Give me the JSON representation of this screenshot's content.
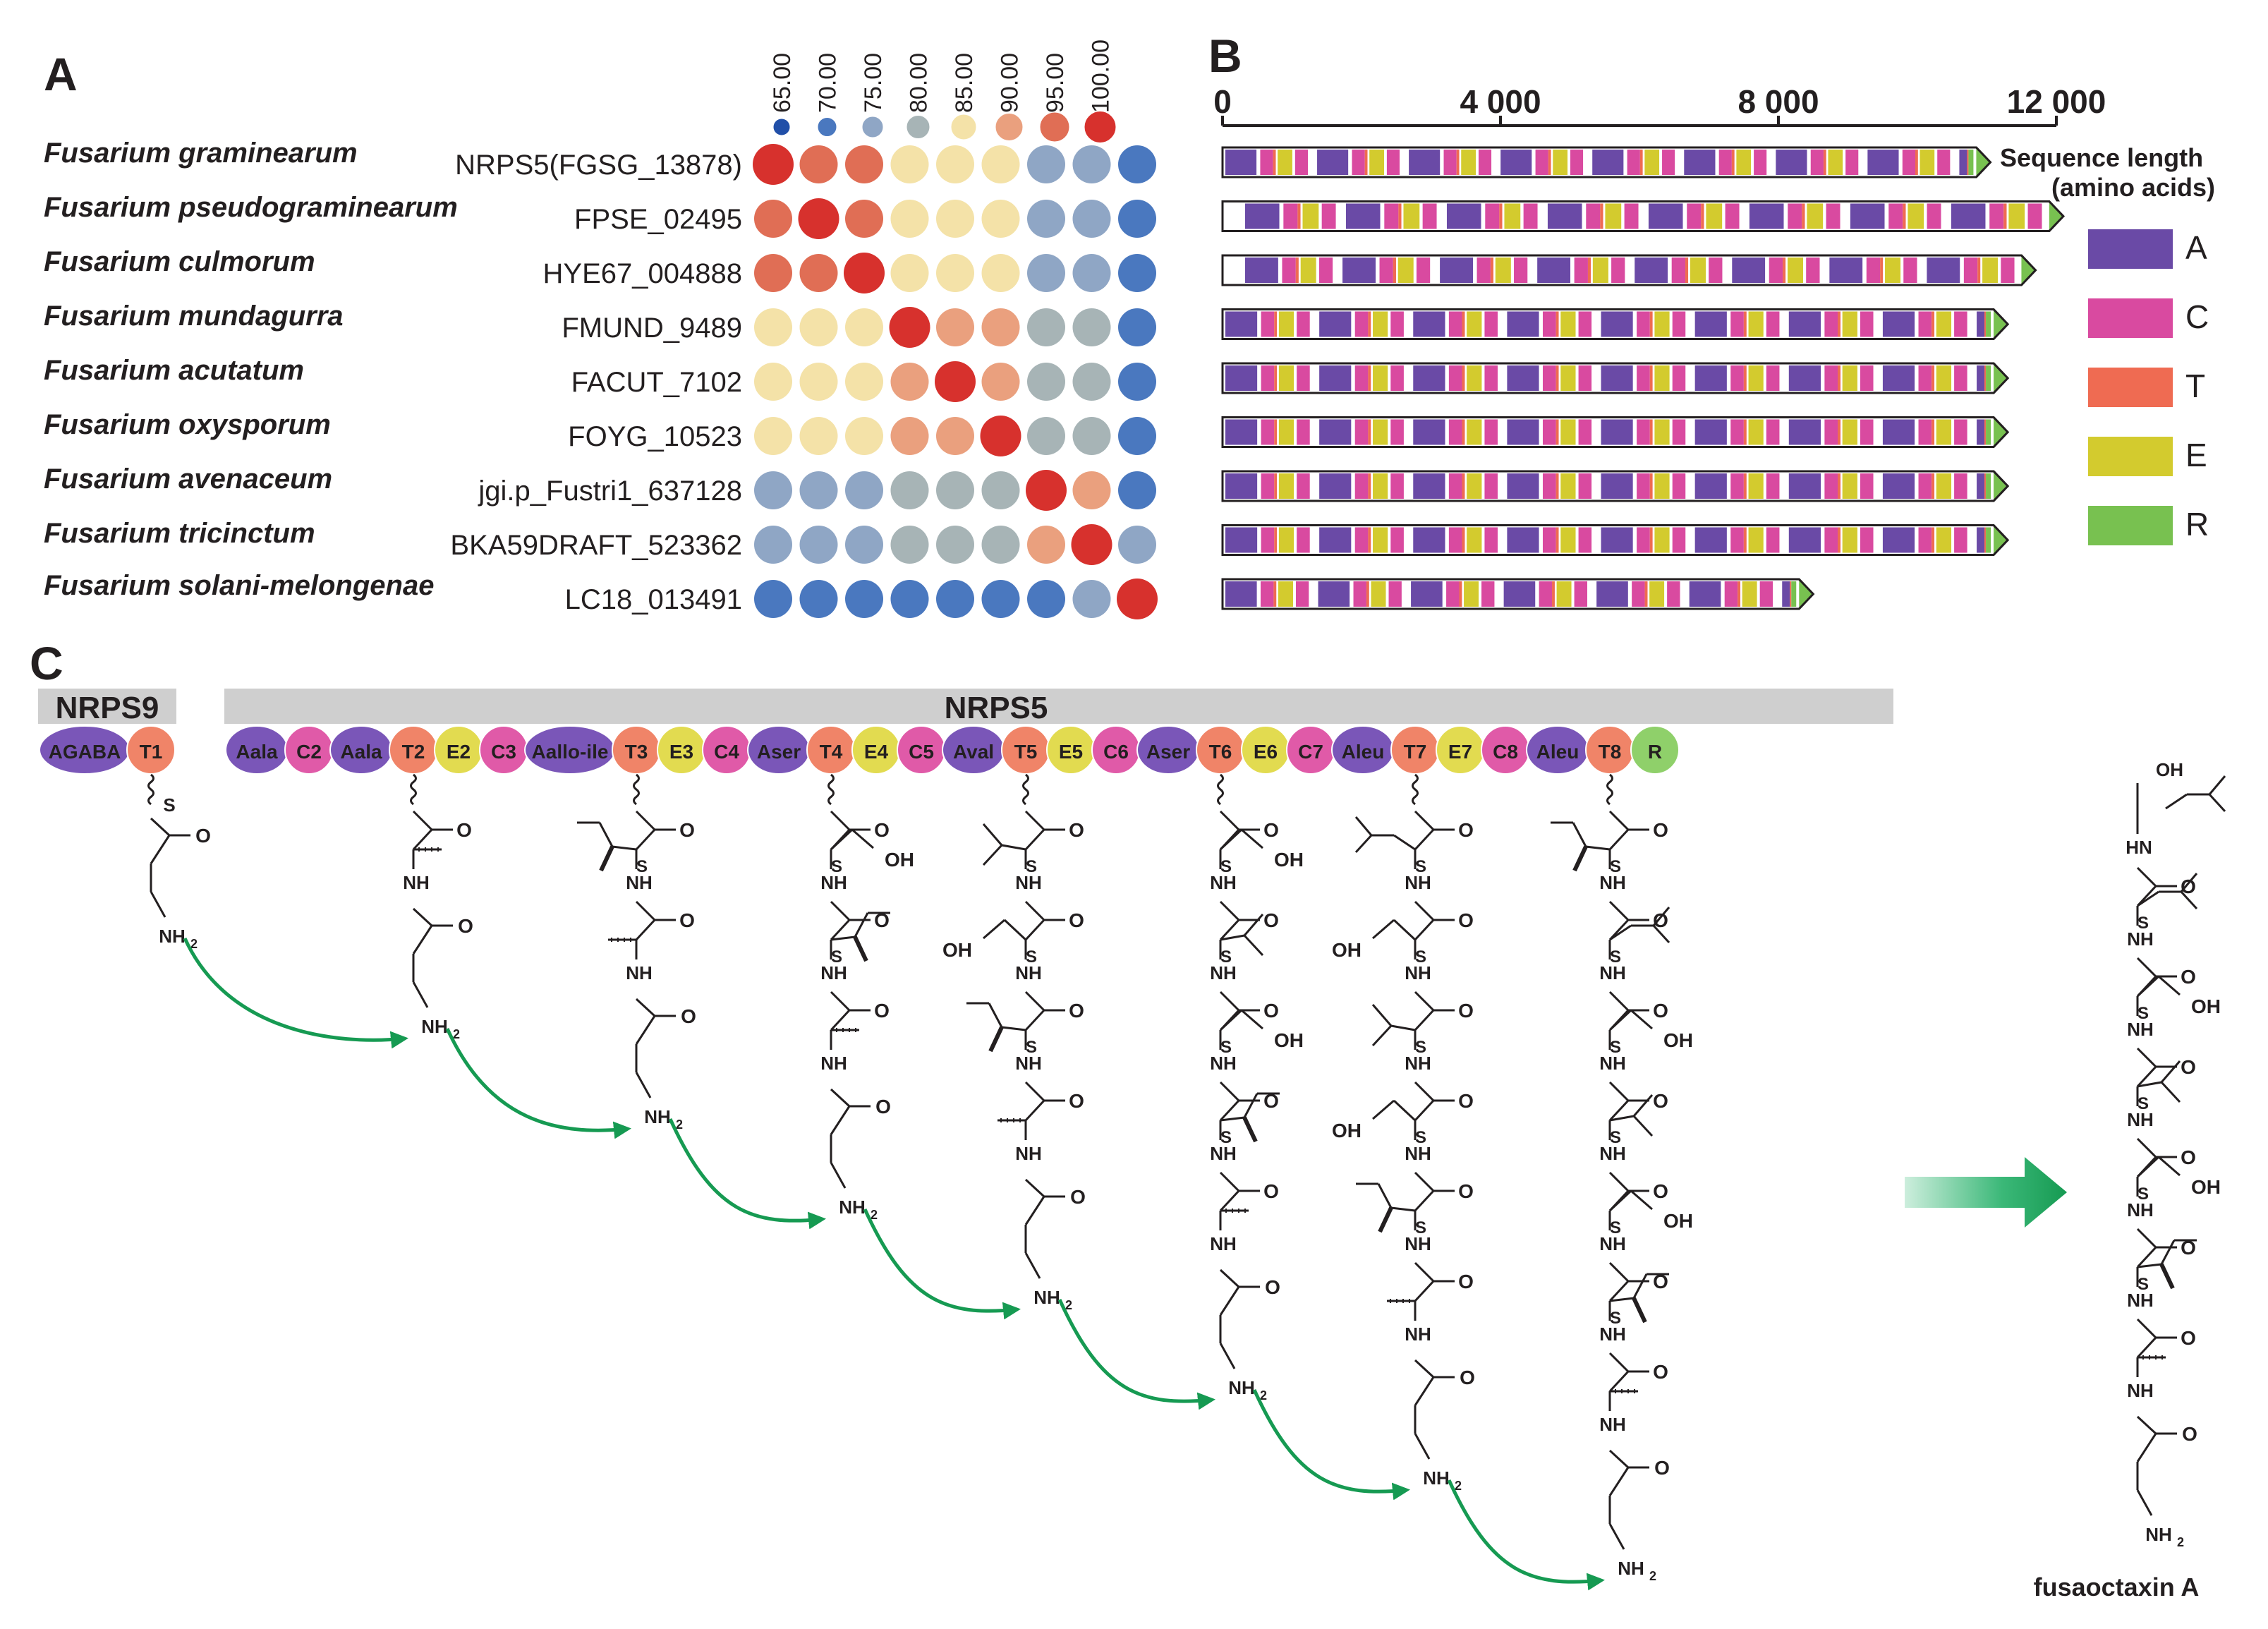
{
  "panels": {
    "a": "A",
    "b": "B",
    "c": "C"
  },
  "colors": {
    "identity": {
      "100": "#d7312d",
      "95": "#e06e55",
      "90": "#eaa07e",
      "85": "#f4e2a8",
      "80": "#a7b4b6",
      "75": "#8fa6c5",
      "70": "#4a78bf",
      "65": "#214fa8"
    },
    "domains": {
      "A": "#6a4aa6",
      "C": "#d94aa0",
      "T": "#ef6b52",
      "E": "#d3cb2e",
      "R": "#78c150",
      "gap": "#ffffff"
    },
    "arrow": "#169a52",
    "banner": "#cfcfcf"
  },
  "identity_legend": {
    "values": [
      "65.00",
      "70.00",
      "75.00",
      "80.00",
      "85.00",
      "90.00",
      "95.00",
      "100.00"
    ]
  },
  "species": [
    {
      "name": "Fusarium graminearum",
      "gene": "NRPS5(FGSG_13878)"
    },
    {
      "name": "Fusarium pseudograminearum",
      "gene": "FPSE_02495"
    },
    {
      "name": "Fusarium culmorum",
      "gene": "HYE67_004888"
    },
    {
      "name": "Fusarium mundagurra",
      "gene": "FMUND_9489"
    },
    {
      "name": "Fusarium acutatum",
      "gene": "FACUT_7102"
    },
    {
      "name": "Fusarium oxysporum",
      "gene": "FOYG_10523"
    },
    {
      "name": "Fusarium avenaceum",
      "gene": "jgi.p_Fustri1_637128"
    },
    {
      "name": "Fusarium tricinctum",
      "gene": "BKA59DRAFT_523362"
    },
    {
      "name": "Fusarium solani-melongenae",
      "gene": "LC18_013491"
    }
  ],
  "identity_matrix": [
    [
      100,
      95,
      95,
      85,
      85,
      85,
      75,
      75,
      70
    ],
    [
      95,
      100,
      95,
      85,
      85,
      85,
      75,
      75,
      70
    ],
    [
      95,
      95,
      100,
      85,
      85,
      85,
      75,
      75,
      70
    ],
    [
      85,
      85,
      85,
      100,
      90,
      90,
      80,
      80,
      70
    ],
    [
      85,
      85,
      85,
      90,
      100,
      90,
      80,
      80,
      70
    ],
    [
      85,
      85,
      85,
      90,
      90,
      100,
      80,
      80,
      70
    ],
    [
      75,
      75,
      75,
      80,
      80,
      80,
      100,
      90,
      70
    ],
    [
      75,
      75,
      75,
      80,
      80,
      80,
      90,
      100,
      75
    ],
    [
      70,
      70,
      70,
      70,
      70,
      70,
      70,
      75,
      100
    ]
  ],
  "panel_b": {
    "axis_ticks": [
      "0",
      "4 000",
      "8 000",
      "12 000"
    ],
    "axis_max": 12000,
    "axis_title_line1": "Sequence length",
    "axis_title_line2": "(amino acids)",
    "lengths": [
      11050,
      12100,
      11700,
      11300,
      11300,
      11300,
      11300,
      11300,
      8500
    ],
    "module_pattern": "A C T E",
    "legend": [
      {
        "key": "A",
        "label": "A"
      },
      {
        "key": "C",
        "label": "C"
      },
      {
        "key": "T",
        "label": "T"
      },
      {
        "key": "E",
        "label": "E"
      },
      {
        "key": "R",
        "label": "R"
      }
    ]
  },
  "panel_c": {
    "nrps9_title": "NRPS9",
    "nrps5_title": "NRPS5",
    "nrps9_domains": [
      {
        "label": "AGABA",
        "type": "A",
        "wide": true
      },
      {
        "label": "T1",
        "type": "T"
      }
    ],
    "nrps5_domains": [
      {
        "label": "Aala",
        "type": "A"
      },
      {
        "label": "C2",
        "type": "C"
      },
      {
        "label": "Aala",
        "type": "A"
      },
      {
        "label": "T2",
        "type": "T"
      },
      {
        "label": "E2",
        "type": "E"
      },
      {
        "label": "C3",
        "type": "C"
      },
      {
        "label": "Aallo-ile",
        "type": "A",
        "wide": true
      },
      {
        "label": "T3",
        "type": "T"
      },
      {
        "label": "E3",
        "type": "E"
      },
      {
        "label": "C4",
        "type": "C"
      },
      {
        "label": "Aser",
        "type": "A"
      },
      {
        "label": "T4",
        "type": "T"
      },
      {
        "label": "E4",
        "type": "E"
      },
      {
        "label": "C5",
        "type": "C"
      },
      {
        "label": "Aval",
        "type": "A"
      },
      {
        "label": "T5",
        "type": "T"
      },
      {
        "label": "E5",
        "type": "E"
      },
      {
        "label": "C6",
        "type": "C"
      },
      {
        "label": "Aser",
        "type": "A"
      },
      {
        "label": "T6",
        "type": "T"
      },
      {
        "label": "E6",
        "type": "E"
      },
      {
        "label": "C7",
        "type": "C"
      },
      {
        "label": "Aleu",
        "type": "A"
      },
      {
        "label": "T7",
        "type": "T"
      },
      {
        "label": "E7",
        "type": "E"
      },
      {
        "label": "C8",
        "type": "C"
      },
      {
        "label": "Aleu",
        "type": "A"
      },
      {
        "label": "T8",
        "type": "T"
      },
      {
        "label": "R",
        "type": "R"
      }
    ],
    "intermediates": [
      [
        "GABA"
      ],
      [
        "Ala",
        "GABA"
      ],
      [
        "Ile",
        "Ala",
        "GABA"
      ],
      [
        "Ser",
        "Ile",
        "Ala",
        "GABA"
      ],
      [
        "Val",
        "Ser",
        "Ile",
        "Ala",
        "GABA"
      ],
      [
        "Ser",
        "Val",
        "Ser",
        "Ile",
        "Ala",
        "GABA"
      ],
      [
        "Leu",
        "Ser",
        "Val",
        "Ser",
        "Ile",
        "Ala",
        "GABA"
      ],
      [
        "Ile",
        "Leu",
        "Ser",
        "Val",
        "Ser",
        "Ile",
        "Ala",
        "GABA"
      ]
    ],
    "atoms": {
      "o": "O",
      "nh": "NH",
      "hn": "HN",
      "s": "S",
      "oh": "OH",
      "nh2": "NH",
      "nh2_sub": "2"
    },
    "product": [
      "Leucinol",
      "Leu",
      "Ser",
      "Val",
      "Ser",
      "Ile",
      "Ala",
      "GABA"
    ],
    "product_name": "fusaoctaxin A"
  }
}
